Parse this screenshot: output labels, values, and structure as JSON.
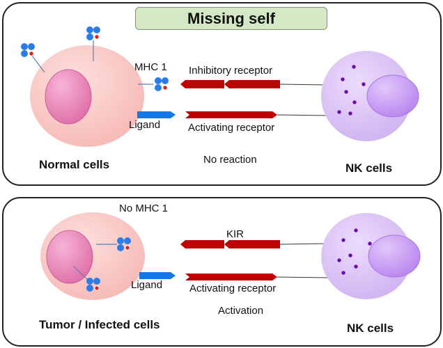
{
  "title": "Missing self",
  "top_panel": {
    "label_mhc": "MHC 1",
    "label_inhibitory": "Inhibitory receptor",
    "label_ligand": "Ligand",
    "label_activating": "Activating receptor",
    "caption_left": "Normal cells",
    "caption_middle": "No reaction",
    "caption_right": "NK cells"
  },
  "bottom_panel": {
    "label_no_mhc": "No MHC 1",
    "label_kir": "KIR",
    "label_ligand": "Ligand",
    "label_activating": "Activating receptor",
    "caption_left": "Tumor / Infected cells",
    "caption_middle": "Activation",
    "caption_right": "NK cells"
  },
  "colors": {
    "target_cell": "#f9c6c3",
    "target_nucleus": "#ec88b8",
    "nk_cell": "#dcc6f5",
    "nk_nucleus": "#c89cf0",
    "granule": "#6a0dad",
    "receptor": "#c00000",
    "ligand": "#1478e6",
    "mhc_blue": "#2a7de8",
    "mhc_red": "#e02020",
    "title_bg": "#d5e8c5"
  }
}
